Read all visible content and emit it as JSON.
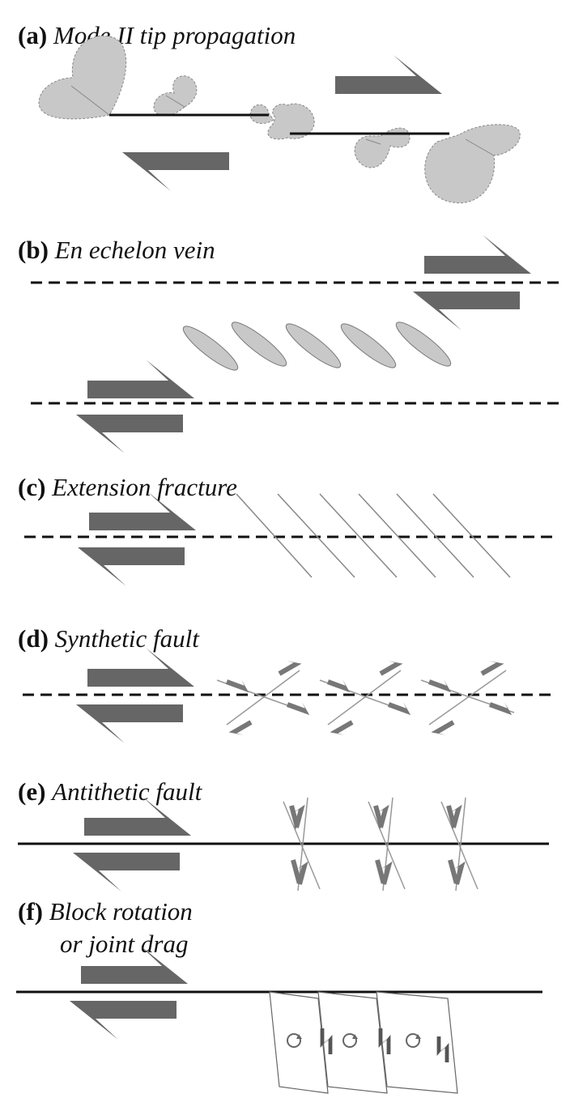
{
  "colors": {
    "arrow_fill": "#666666",
    "lobe_fill": "#c8c8c8",
    "line": "#111111",
    "fracture": "#777777"
  },
  "panels": [
    {
      "letter": "(a)",
      "title": "Mode II tip propagation"
    },
    {
      "letter": "(b)",
      "title": "En echelon vein"
    },
    {
      "letter": "(c)",
      "title": "Extension fracture"
    },
    {
      "letter": "(d)",
      "title": "Synthetic fault"
    },
    {
      "letter": "(e)",
      "title": "Antithetic fault"
    },
    {
      "letter": "(f)",
      "title": "Block rotation",
      "title_line2": "or joint drag"
    }
  ],
  "icons": {
    "shear_arrow": "half-arrow",
    "rotation": "clockwise-rotation-icon"
  }
}
